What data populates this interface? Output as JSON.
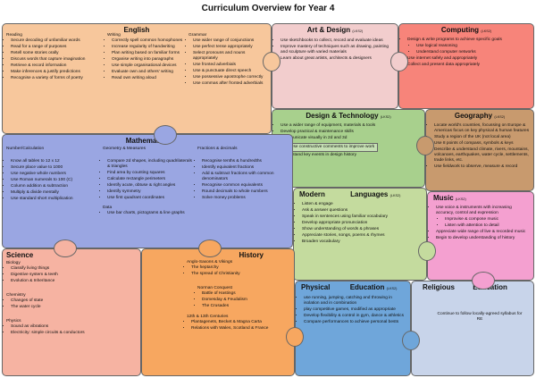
{
  "title": "Curriculum Overview for Year 4",
  "english": {
    "heading": "English",
    "reading": {
      "title": "Reading",
      "items": [
        "Secure decoding of unfamiliar words",
        "Read for a range of purposes",
        "Retell some stories orally",
        "Discuss words that capture imagination",
        "Retrieve & record information",
        "Make inferences & justify predictions",
        "Recognise a variety of forms of poetry"
      ]
    },
    "writing": {
      "title": "Writing",
      "items": [
        "Correctly spell common homophones",
        "Increase regularity of handwriting",
        "Plan writing based on familiar forms",
        "Organise writing into paragraphs",
        "Use simple organisational devices",
        "Evaluate own and others' writing",
        "Read own writing aloud"
      ]
    },
    "grammar": {
      "title": "Grammar",
      "items": [
        "Use wider range of conjunctions",
        "Use perfect tense appropriately",
        "Select pronouns and nouns appropriately",
        "Use fronted adverbials",
        "Use & punctuate direct speech",
        "Use possessive apostrophe correctly",
        "Use commas after fronted adverbials"
      ]
    }
  },
  "art": {
    "heading": "Art & Design",
    "sub": "(LKS2)",
    "items": [
      "Use sketchbooks to collect, record and evaluate ideas",
      "Improve mastery of techniques such as drawing, painting and sculpture with varied materials",
      "Learn about great artists, architects & designers"
    ]
  },
  "computing": {
    "heading": "Computing",
    "sub": "(LKS2)",
    "items": [
      "Design & write programs to achieve specific goals",
      "Use logical reasoning",
      "Understand computer networks",
      "Use internet safely and appropriately",
      "Collect and present data appropriately"
    ]
  },
  "dt": {
    "heading": "Design & Technology",
    "sub": "(LKS2)",
    "items": [
      "Use a wider range of equipment, materials & tools",
      "Develop practical & maintenance skills",
      "Communicate visually in 2d and 3d",
      "Use constructive comments to improve work",
      "Understand key events in design history"
    ]
  },
  "geography": {
    "heading": "Geography",
    "sub": "(LKS2)",
    "items": [
      "Locate world's countries, focussing on Europe & Americas focus on key physical & human features",
      "Study a region of the UK (not local area)",
      "Use 8 points of compass, symbols & keys",
      "Describe & understand climate, rivers, mountains, volcanoes, earthquakes, water cycle, settlements, trade links, etc.",
      "Use fieldwork to observe, measure & record"
    ]
  },
  "maths": {
    "heading": "Mathematics",
    "number": {
      "title": "Number/Calculation",
      "items": [
        "Know all tables to 12 x 12",
        "Secure place value to 1000",
        "Use negative whole numbers",
        "Use Roman numerals to 100 (C)",
        "Column addition & subtraction",
        "Multiply & divide mentally",
        "Use standard short multiplication"
      ]
    },
    "geometry": {
      "title": "Geometry & Measures",
      "items": [
        "Compare 2d shapes, including quadrilaterals & triangles",
        "Find area by counting squares",
        "Calculate rectangle perimeters",
        "Identify acute, obtuse & right angles",
        "Identify symmetry",
        "Use first quadrant coordinates"
      ]
    },
    "data": {
      "title": "Data",
      "items": [
        "Use bar charts, pictograms & line graphs"
      ]
    },
    "fractions": {
      "title": "Fractions & decimals",
      "items": [
        "Recognise tenths & hundredths",
        "Identify equivalent fractions",
        "Add & subtract fractions with common denominators",
        "Recognise common equivalents",
        "Round decimals to whole numbers",
        "Solve money problems"
      ]
    }
  },
  "mfl": {
    "heading": "Modern",
    "heading2": "Languages",
    "sub": "(LKS2)",
    "items": [
      "Listen & engage",
      "Ask & answer questions",
      "Speak in sentences using familiar vocabulary",
      "Develop appropriate pronunciation",
      "Show understanding of words & phrases",
      "Appreciate stories, songs, poems & rhymes",
      "Broaden vocabulary"
    ]
  },
  "music": {
    "heading": "Music",
    "sub": "(LKS2)",
    "items": [
      "Use voice & instruments with increasing accuracy, control and expression",
      "Improvise & compose music",
      "Listen with attention to detail",
      "Appreciate wide range of live & recorded music",
      "Begin to develop understanding of history"
    ]
  },
  "science": {
    "heading": "Science",
    "sections": [
      {
        "title": "Biology",
        "items": [
          "Classify living things",
          "Digestive system & teeth",
          "Evolution & Inheritance"
        ]
      },
      {
        "title": "Chemistry",
        "items": [
          "Changes of state",
          "The water cycle"
        ]
      },
      {
        "title": "Physics",
        "items": [
          "Sound as vibrations",
          "Electricity: simple circuits & conductors"
        ]
      }
    ]
  },
  "history": {
    "heading": "History",
    "sections": [
      {
        "title": "Anglo-Saxons & Vikings",
        "items": [
          "The heptarchy",
          "The spread of Christianity"
        ]
      },
      {
        "title": "Norman Conquest",
        "items": [
          "Battle of Hastings",
          "Domesday & Feudalism",
          "The Crusades"
        ]
      },
      {
        "title": "12th & 13th Centuries",
        "items": [
          "Plantagenets, Becket & Magna Carta",
          "Relations with Wales, Scotland & France"
        ]
      }
    ]
  },
  "pe": {
    "heading": "Physical",
    "heading2": "Education",
    "sub": "(LKS2)",
    "items": [
      "use running, jumping, catching and throwing in isolation and in combination",
      "play competitive games, modified as appropriate",
      "Develop flexibility & control in gym, dance & athletics",
      "Compare performances to achieve personal bests"
    ]
  },
  "re": {
    "heading": "Religious",
    "heading2": "Education",
    "text": "Continue to follow locally-agreed syllabus for RE"
  }
}
